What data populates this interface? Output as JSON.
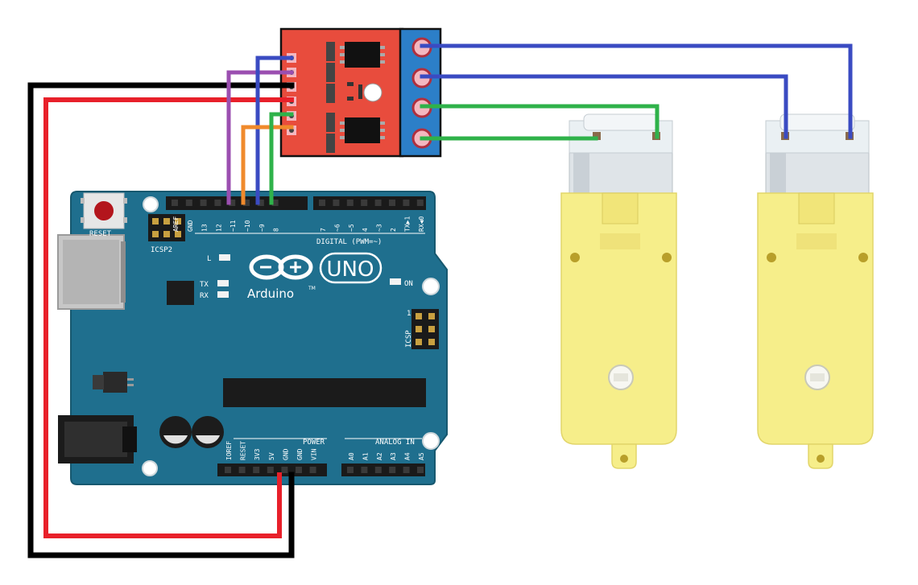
{
  "board": {
    "reset_label": "RESET",
    "icsp2_label": "ICSP2",
    "icsp_label": "ICSP",
    "icsp_pin1": "1",
    "led_l": "L",
    "led_tx": "TX",
    "led_rx": "RX",
    "led_on": "ON",
    "brand": "Arduino",
    "tm": "TM",
    "model": "UNO",
    "digital_label": "DIGITAL (PWM=~)",
    "power_label": "POWER",
    "analog_label": "ANALOG IN",
    "digital_pins": [
      "AREF",
      "GND",
      "13",
      "12",
      "~11",
      "~10",
      "~9",
      "8",
      "7",
      "~6",
      "~5",
      "4",
      "~3",
      "2",
      "TX▶1",
      "RX◀0"
    ],
    "power_pins": [
      "IOREF",
      "RESET",
      "3V3",
      "5V",
      "GND",
      "GND",
      "VIN"
    ],
    "analog_pins": [
      "A0",
      "A1",
      "A2",
      "A3",
      "A4",
      "A5"
    ]
  },
  "colors": {
    "board_blue": "#1f6f8e",
    "driver_red": "#e84c3d",
    "terminal_blue": "#2c7fc8",
    "wire_red": "#e8202a",
    "wire_black": "#000000",
    "wire_purple": "#9b4fb0",
    "wire_blue": "#3a4bc2",
    "wire_orange": "#f08a2c",
    "wire_green": "#2fb24a",
    "motor_yellow": "#f6ee8a"
  }
}
